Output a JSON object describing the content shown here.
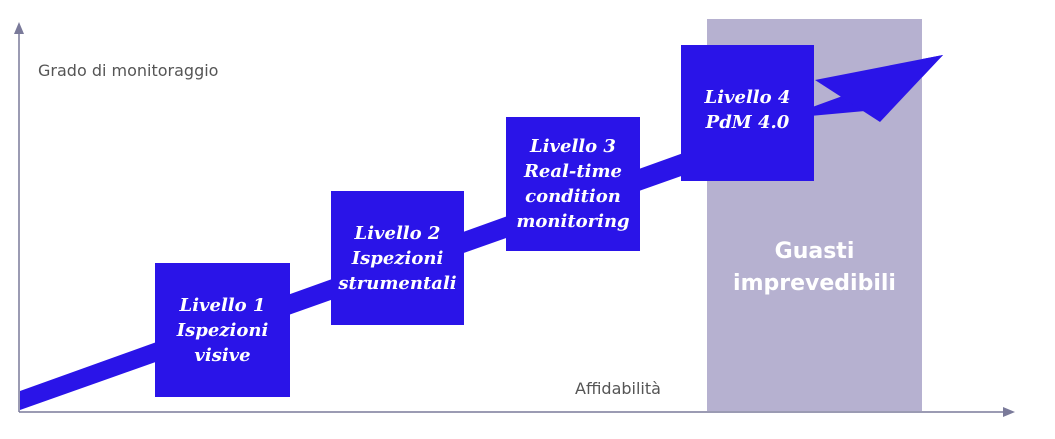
{
  "axes": {
    "y_label": "Grado di monitoraggio",
    "x_label": "Affidabilità"
  },
  "zone": {
    "line1": "Guasti",
    "line2": "imprevedibili",
    "color": "#b6b1d0"
  },
  "levels": [
    {
      "line1": "Livello 1",
      "line2": "Ispezioni",
      "line3": "visive"
    },
    {
      "line1": "Livello 2",
      "line2": "Ispezioni",
      "line3": "strumentali"
    },
    {
      "line1": "Livello 3",
      "line2": "Real-time",
      "line3": "condition",
      "line4": "monitoring"
    },
    {
      "line1": "Livello 4",
      "line2": "PdM 4.0"
    }
  ],
  "colors": {
    "arrow": "#2a14e8",
    "level_box": "#2a14e8",
    "axis": "#7a7a9a"
  }
}
